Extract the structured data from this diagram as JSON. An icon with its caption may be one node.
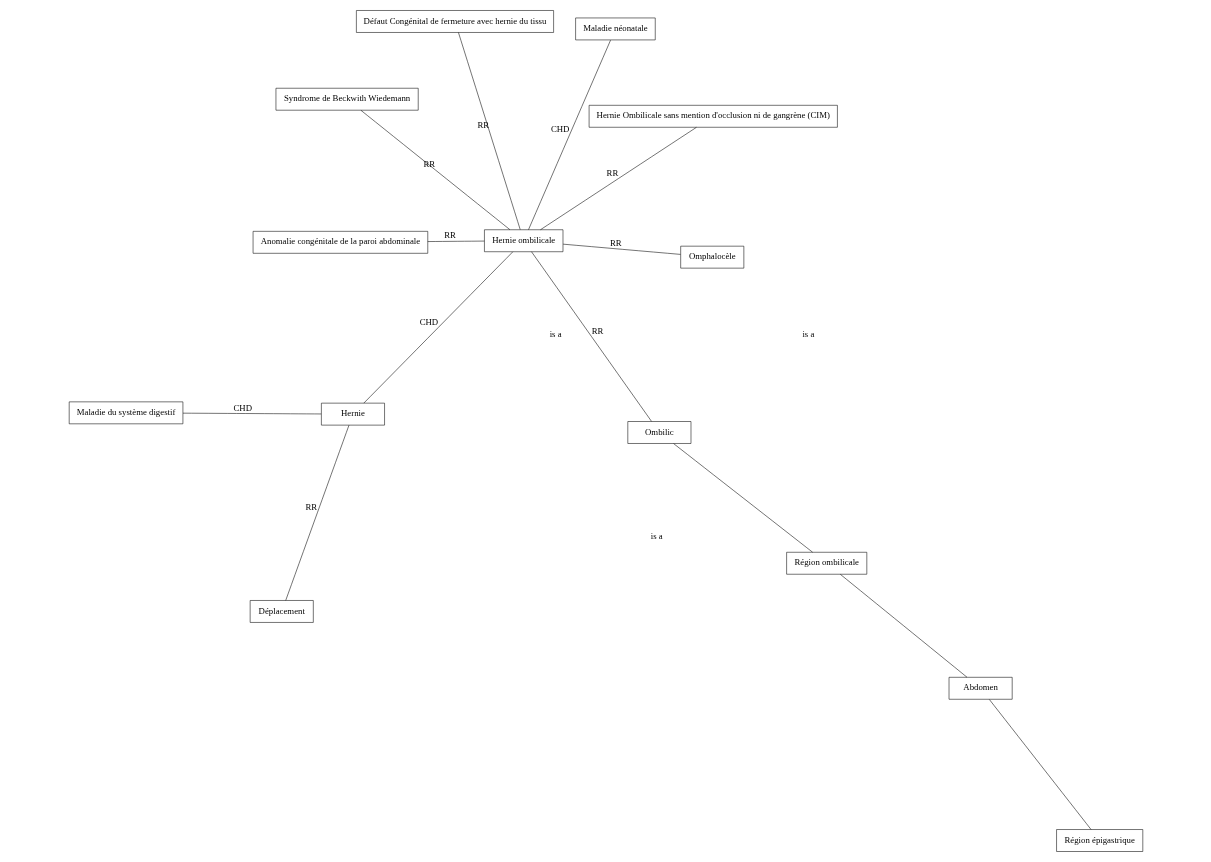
{
  "diagram": {
    "nodes": [
      {
        "text": [
          "Maladie du système digestif"
        ]
      },
      {
        "text": [
          "Déplacement"
        ]
      },
      {
        "text": [
          "Hernie"
        ]
      },
      {
        "text": [
          "Maladie néonatale"
        ]
      },
      {
        "text": [
          "Abdomen"
        ]
      },
      {
        "text": [
          "Défaut Congénital de fermeture avec hernie du tissu"
        ]
      },
      {
        "text": [
          "Région épigastrique"
        ]
      },
      {
        "text": [
          "Région ombilicale"
        ]
      },
      {
        "text": [
          "Anomalie congénitale de la paroi abdominale"
        ]
      },
      {
        "text": [
          "Hernie ombilicale"
        ]
      },
      {
        "text": [
          "Ombilic"
        ]
      },
      {
        "text": [
          "Syndrome de Beckwith Wiedemann"
        ]
      },
      {
        "text": [
          "Omphalocèle"
        ]
      },
      {
        "text": [
          "Hernie Ombilicale sans mention d'occlusion ni de gangrène (CIM)"
        ]
      }
    ],
    "edges": [
      {
        "from": 2,
        "to": 0,
        "arrow": "none",
        "label": "CHD"
      },
      {
        "from": 1,
        "to": 2,
        "arrow": "none",
        "label": "RR"
      },
      {
        "from": 9,
        "to": 2,
        "arrow": "none",
        "label": "CHD"
      },
      {
        "from": 9,
        "to": 3,
        "arrow": "none",
        "label": "CHD"
      },
      {
        "from": 4,
        "to": 6,
        "arrow": "none"
      },
      {
        "from": 4,
        "to": 7,
        "arrow": "none"
      },
      {
        "from": 7,
        "to": 10,
        "arrow": "none"
      },
      {
        "from": 5,
        "to": 9,
        "arrow": "none",
        "label": "RR"
      },
      {
        "from": 8,
        "to": 9,
        "arrow": "none",
        "label": "RR"
      },
      {
        "from": 9,
        "to": 10,
        "arrow": "none",
        "label": "RR"
      },
      {
        "from": 11,
        "to": 9,
        "arrow": "none",
        "label": "RR"
      },
      {
        "from": 13,
        "to": 9,
        "arrow": "none",
        "label": "RR"
      },
      {
        "from": 12,
        "to": 9,
        "arrow": "none",
        "label": "RR"
      }
    ],
    "labels": [
      "is a",
      "is a",
      "is a"
    ]
  }
}
